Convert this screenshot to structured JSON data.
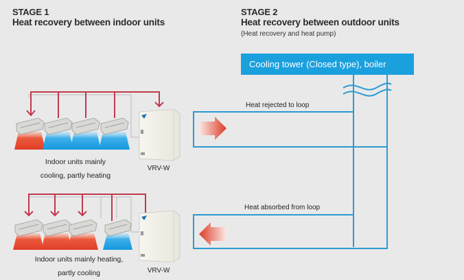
{
  "stage1": {
    "number": "STAGE 1",
    "title": "Heat recovery between indoor units"
  },
  "stage2": {
    "number": "STAGE 2",
    "title": "Heat recovery between outdoor units",
    "subtitle": "(Heat recovery and heat pump)",
    "heat_source_box": "Cooling tower (Closed type), boiler"
  },
  "top_system": {
    "indoor_caption_line1": "Indoor units mainly",
    "indoor_caption_line2": "cooling, partly heating",
    "outdoor_unit_label": "VRV-W",
    "loop_label": "Heat rejected to loop",
    "flow_direction": "to loop",
    "indoor_units": [
      {
        "mode": "heating"
      },
      {
        "mode": "cooling"
      },
      {
        "mode": "cooling"
      },
      {
        "mode": "cooling"
      }
    ]
  },
  "bottom_system": {
    "indoor_caption_line1": "Indoor units mainly heating,",
    "indoor_caption_line2": "partly cooling",
    "outdoor_unit_label": "VRV-W",
    "loop_label": "Heat absorbed from loop",
    "flow_direction": "from loop",
    "indoor_units": [
      {
        "mode": "heating"
      },
      {
        "mode": "heating"
      },
      {
        "mode": "heating"
      },
      {
        "mode": "cooling"
      }
    ]
  },
  "colors": {
    "background": "#e9e9ea",
    "pipe_blue": "#2b9bd0",
    "tower_box": "#1ba0de",
    "refrigerant_red": "#c0394b",
    "heating": "#e8452c",
    "cooling": "#1e9fe0"
  }
}
